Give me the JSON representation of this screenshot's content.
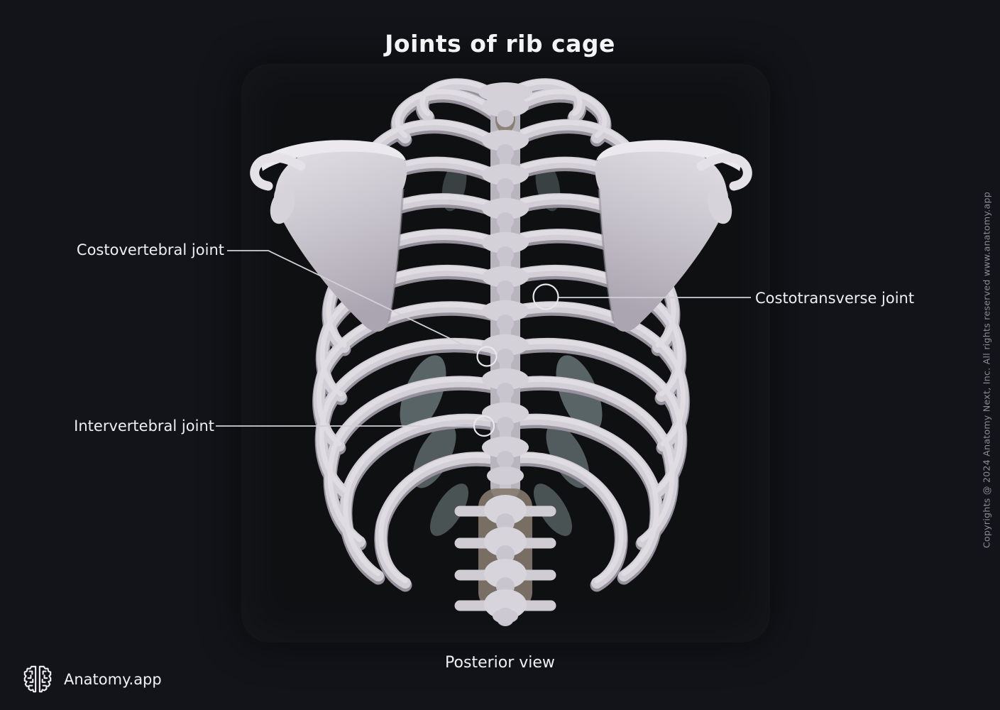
{
  "header": {
    "title": "Joints of rib cage"
  },
  "figure": {
    "subject": "3D render of a human rib cage with scapulae and vertebral column",
    "view_caption": "Posterior view",
    "marker_style": "circle-with-leader-line",
    "labels": [
      {
        "text": "Costovertebral joint",
        "side": "left"
      },
      {
        "text": "Intervertebral joint",
        "side": "left"
      },
      {
        "text": "Costotransverse joint",
        "side": "right"
      }
    ]
  },
  "brand": {
    "name": "Anatomy.app",
    "logo_icon": "brain-icon"
  },
  "copyright": {
    "text": "Copyrights @ 2024 Anatomy Next, Inc. All rights reserved www.anatomy.app"
  },
  "colors": {
    "background": "#121419",
    "bone_light": "#e6e4e9",
    "bone_mid": "#d2cfd6",
    "bone_shadow": "#97929d",
    "cartilage_teal": "#a3b8ba",
    "label_text": "#efeef2",
    "leader_line": "#d2d0d7",
    "copyright_text": "#8d8c95"
  }
}
